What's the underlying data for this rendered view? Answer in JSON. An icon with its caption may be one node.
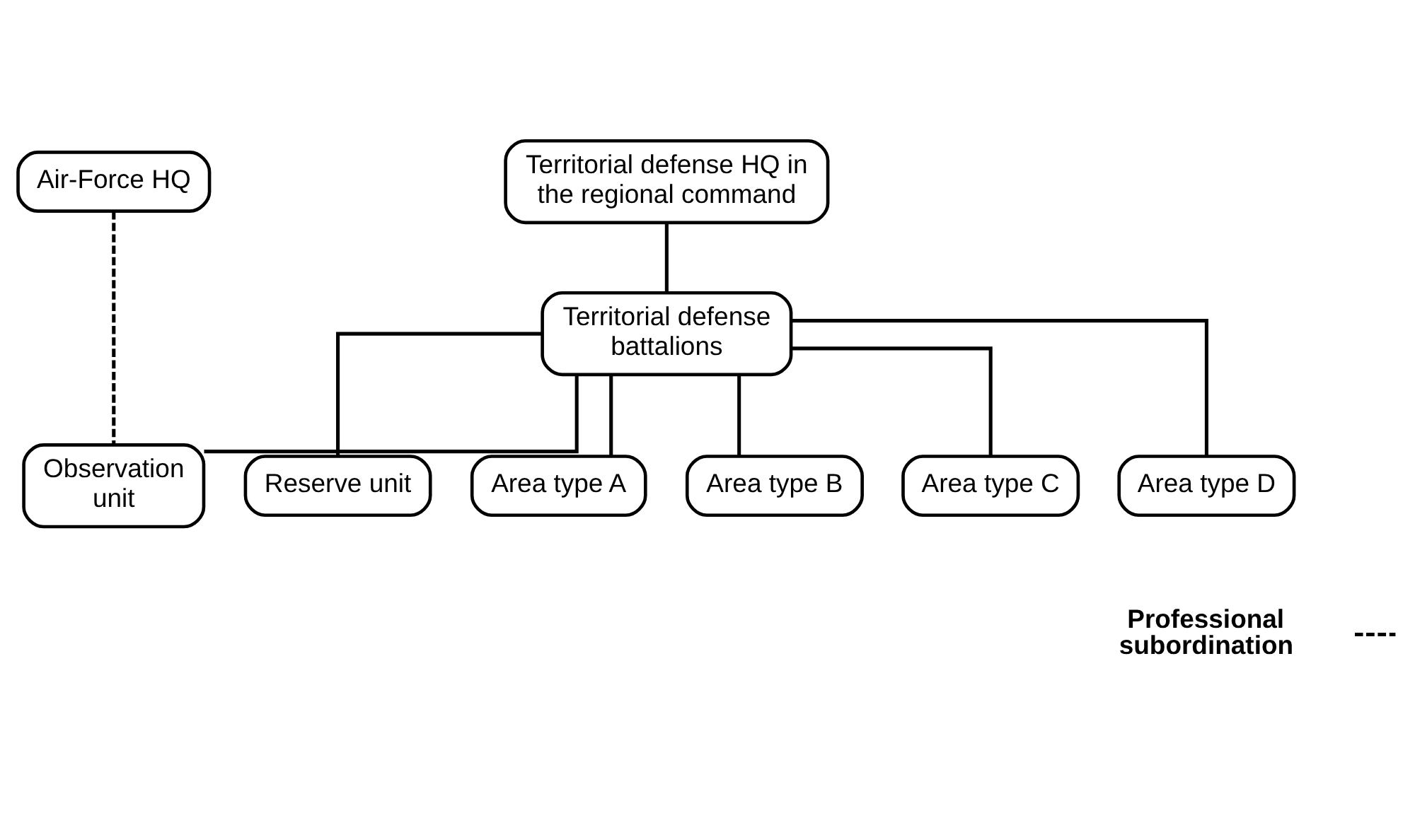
{
  "diagram": {
    "nodes": [
      {
        "text": [
          "Air-Force HQ"
        ]
      },
      {
        "text": [
          "Territorial defense HQ in the regional command"
        ]
      },
      {
        "text": [
          "Territorial defense battalions"
        ]
      },
      {
        "text": [
          "Observation unit"
        ]
      },
      {
        "text": [
          "Reserve unit"
        ]
      },
      {
        "text": [
          "Area type A"
        ]
      },
      {
        "text": [
          "Area type B"
        ]
      },
      {
        "text": [
          "Area type C"
        ]
      },
      {
        "text": [
          "Area type D"
        ]
      }
    ],
    "edges": [
      {
        "from": 1,
        "to": 2,
        "arrow": "none"
      },
      {
        "from": 2,
        "to": 3,
        "arrow": "none"
      },
      {
        "from": 2,
        "to": 4,
        "arrow": "none"
      },
      {
        "from": 2,
        "to": 5,
        "arrow": "none"
      },
      {
        "from": 2,
        "to": 6,
        "arrow": "none"
      },
      {
        "from": 2,
        "to": 7,
        "arrow": "none"
      },
      {
        "from": 2,
        "to": 8,
        "arrow": "none"
      },
      {
        "from": 0,
        "to": 3,
        "arrow": "none",
        "style": "dashed"
      }
    ],
    "legend": [
      {
        "text": "Professional subordination"
      }
    ]
  }
}
